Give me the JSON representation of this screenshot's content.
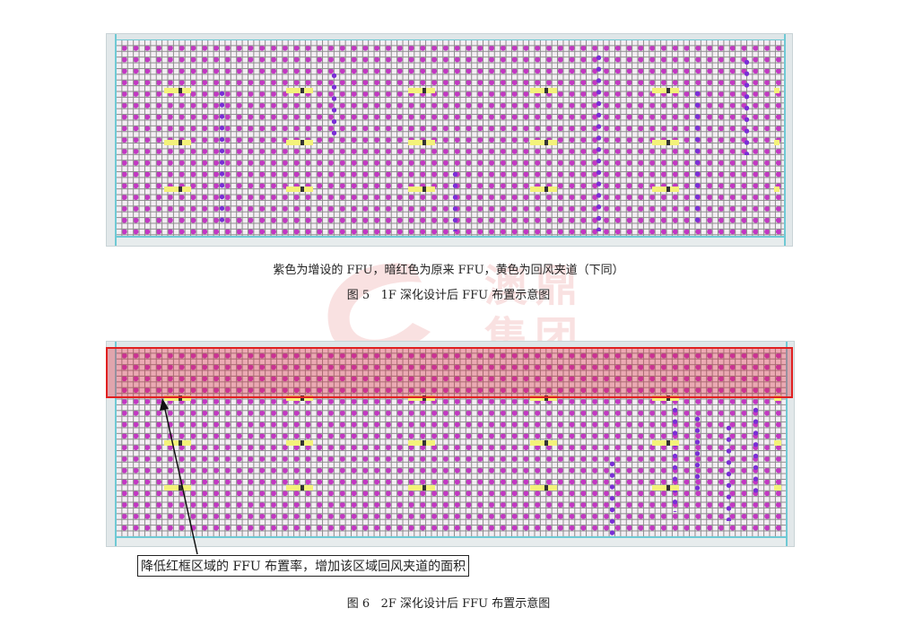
{
  "figure5": {
    "title": "1F 深化设计后 FFU 布置示意图",
    "label": "图 5",
    "note": "紫色为增设的 FFU，暗红色为原来 FFU，黄色为回风夹道（下同）",
    "legend": {
      "added_ffu_color": "#c436c4",
      "original_ffu_color": "#7a2ed6",
      "return_air_aisle_color": "#f3f27a"
    }
  },
  "figure6": {
    "title": "2F 深化设计后 FFU 布置示意图",
    "label": "图 6",
    "callout": "降低红框区域的 FFU 布置率，增加该区域回风夹道的面积",
    "highlight_color": "#e02020"
  },
  "watermark": {
    "chars": [
      "澳",
      "鼎",
      "集",
      "团"
    ]
  }
}
